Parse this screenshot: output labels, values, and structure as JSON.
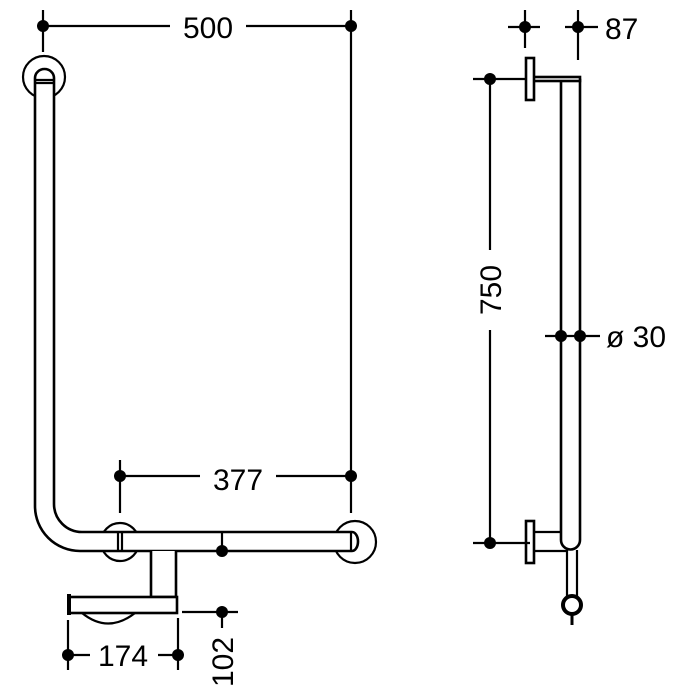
{
  "dimensions": {
    "width_total": "500",
    "height_total": "750",
    "wall_distance": "87",
    "tube_diameter": "ø 30",
    "bar_span": "377",
    "holder_width": "174",
    "holder_drop": "102"
  },
  "colors": {
    "line": "#000000",
    "background": "#ffffff"
  }
}
